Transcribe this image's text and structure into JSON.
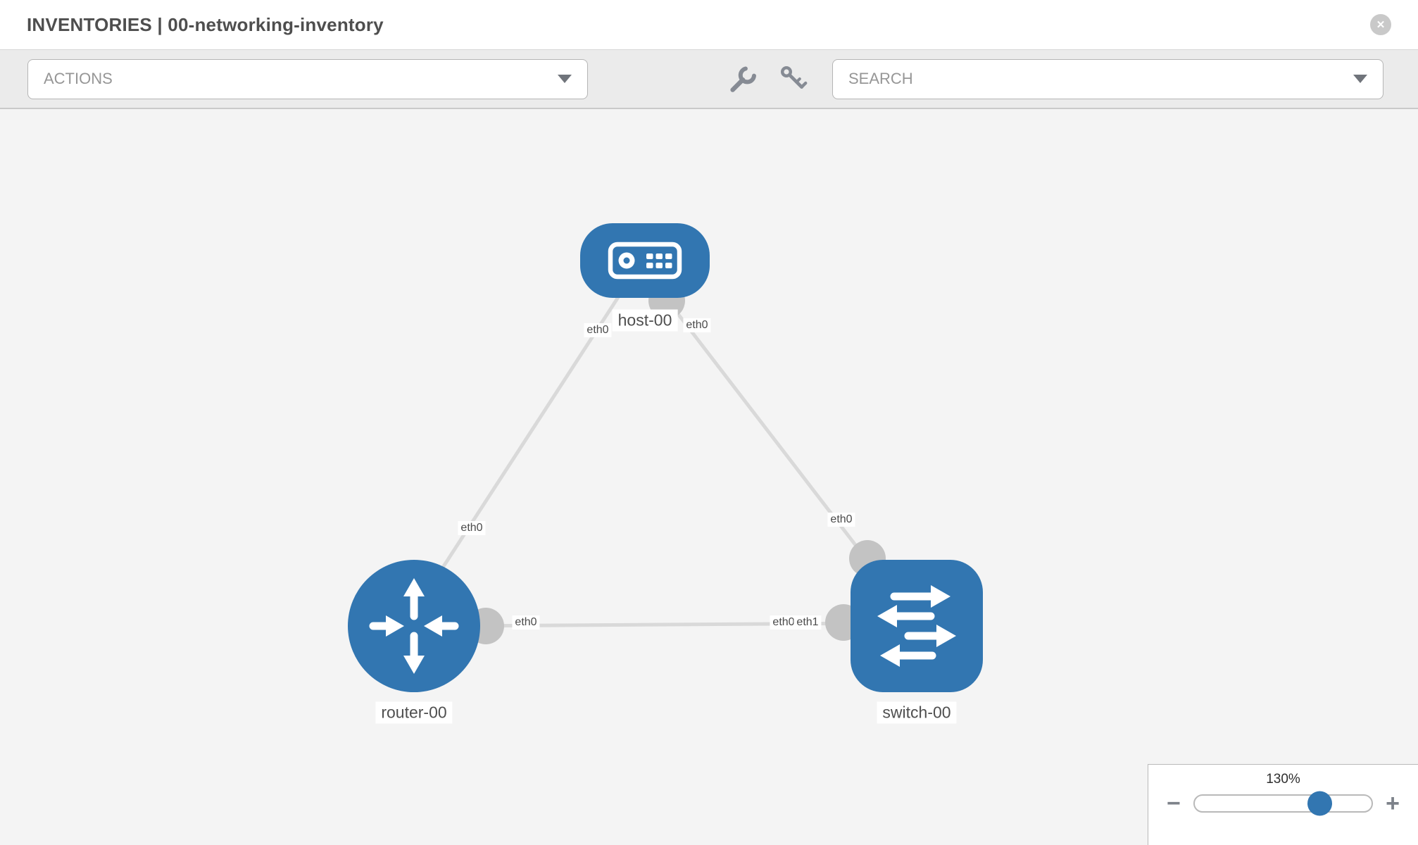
{
  "header": {
    "title": "INVENTORIES | 00-networking-inventory",
    "close_label": "✕"
  },
  "toolbar": {
    "actions_label": "ACTIONS",
    "search_placeholder": "SEARCH",
    "icons": [
      "wrench-icon",
      "key-icon"
    ]
  },
  "topology": {
    "nodes": [
      {
        "label": "host-00",
        "type": "host"
      },
      {
        "label": "router-00",
        "type": "router"
      },
      {
        "label": "switch-00",
        "type": "switch"
      }
    ],
    "links": [
      {
        "from": "host-00",
        "to": "router-00",
        "from_interface": "eth0",
        "to_interface": "eth0"
      },
      {
        "from": "host-00",
        "to": "switch-00",
        "from_interface": "eth0",
        "to_interface": "eth0"
      },
      {
        "from": "router-00",
        "to": "switch-00",
        "from_interface": "eth0",
        "to_interface": "eth1",
        "overlapped_interface": "eth0"
      }
    ],
    "colors": {
      "node_blue": "#3276b1",
      "link_gray": "#d9d9d9",
      "endpoint_gray": "#c3c3c3"
    }
  },
  "zoom_control": {
    "level": "130%",
    "minus_label": "−",
    "plus_label": "+"
  }
}
